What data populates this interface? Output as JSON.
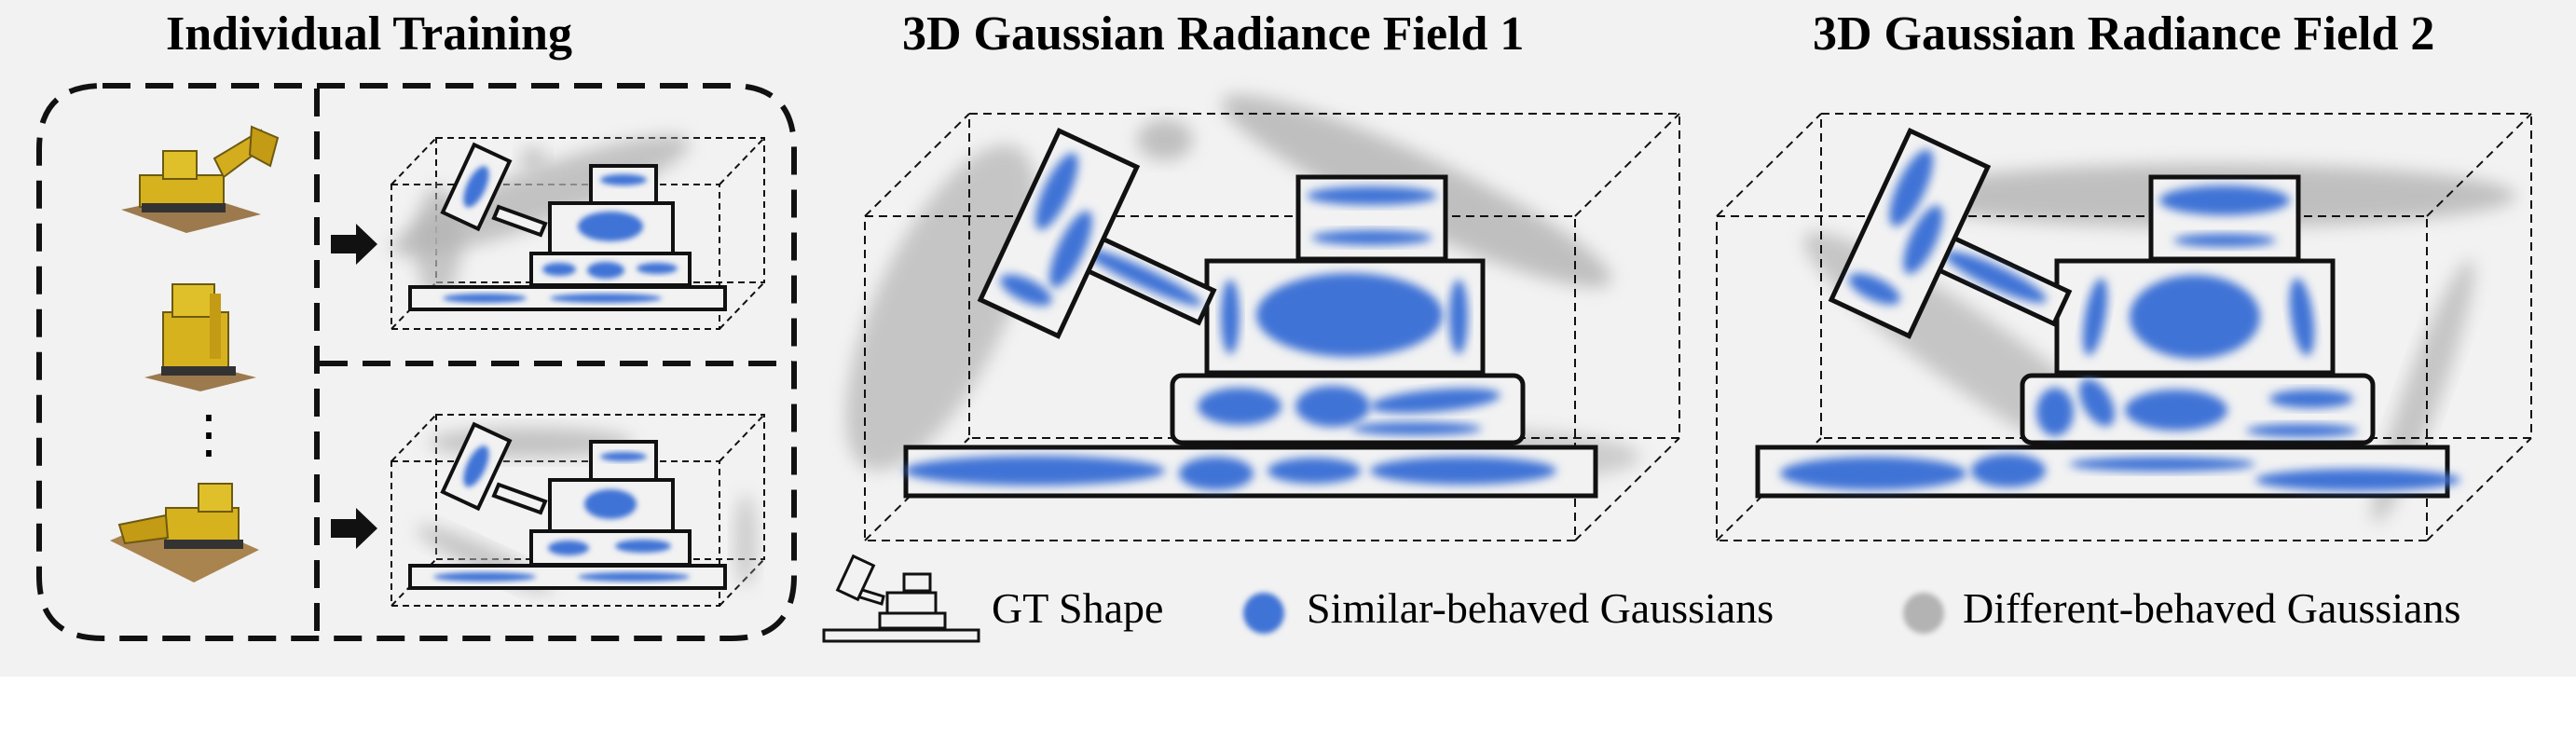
{
  "titles": {
    "individual_training": "Individual Training",
    "field_1": "3D Gaussian Radiance Field 1",
    "field_2": "3D Gaussian Radiance Field 2"
  },
  "legend": {
    "gt_shape": "GT Shape",
    "similar": "Similar-behaved Gaussians",
    "different": "Different-behaved Gaussians"
  },
  "vertical_ellipsis": "⋮",
  "colors": {
    "similar_gaussian": "#3f73d6",
    "different_gaussian": "#b3b3b3",
    "background": "#f2f2f2",
    "outline": "#111111"
  },
  "icons": [
    "bulldozer-photo",
    "arrow-right-icon",
    "gt-shape-icon"
  ]
}
